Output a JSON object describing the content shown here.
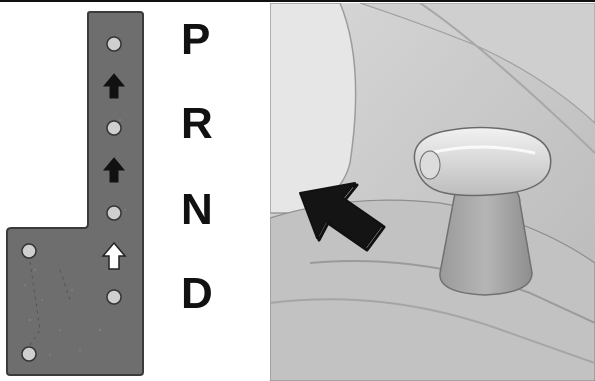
{
  "gear_positions": [
    {
      "label": "P"
    },
    {
      "label": "R"
    },
    {
      "label": "N"
    },
    {
      "label": "D"
    }
  ],
  "icons": {
    "shift_arrows": [
      "arrow-up-icon",
      "arrow-up-icon",
      "arrow-up-outline-icon"
    ],
    "pointer": "arrow-pointer-icon"
  },
  "colors": {
    "gate_fill": "#6f6f6f",
    "gate_border": "#3a3a3a",
    "dot_fill": "#cfcfcf",
    "label_color": "#111111",
    "photo_background": "#c9c9c9"
  }
}
